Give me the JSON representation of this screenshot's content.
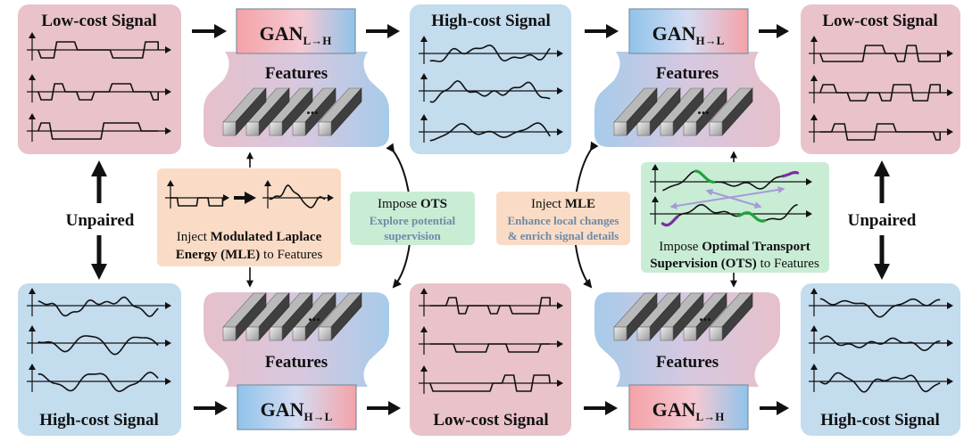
{
  "labels": {
    "low_cost_signal": "Low-cost Signal",
    "high_cost_signal": "High-cost Signal",
    "features": "Features",
    "gan": "GAN",
    "sub_l_to_h": "L→H",
    "sub_h_to_l": "H→L",
    "unpaired": "Unpaired",
    "ellipsis": "...",
    "impose": "Impose ",
    "inject": "Inject ",
    "ots": "OTS",
    "mle": "MLE"
  },
  "mle_box": {
    "line1_prefix": "Inject ",
    "line1_bold": "Modulated Laplace",
    "line2_bold": "Energy (MLE)",
    "line2_suffix": " to Features"
  },
  "ots_box": {
    "line1_prefix": "Impose ",
    "line1_bold": "Optimal Transport",
    "line2_bold": "Supervision (OTS)",
    "line2_suffix": " to Features"
  },
  "impose_ots_note": {
    "sub1": "Explore potential",
    "sub2": "supervision"
  },
  "inject_mle_note": {
    "sub1": "Enhance local changes",
    "sub2": "& enrich signal details"
  },
  "colors": {
    "low_cost_fill": "#e9c2ca",
    "high_cost_fill": "#c3dcee",
    "mle_fill": "#fadcc6",
    "ots_fill": "#c9ecd5",
    "note_subtext": "#6d8aa6",
    "ots_green": "#21a33c",
    "ots_purple": "#7a2f9c",
    "ots_arrow": "#a79ad6"
  }
}
